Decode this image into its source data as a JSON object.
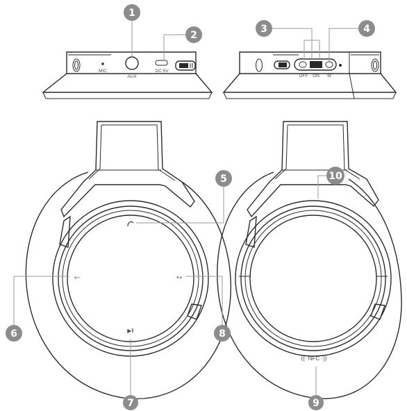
{
  "top_left": {
    "mic_label": "MIC",
    "aux_label": "AUX",
    "dc_label": "DC 5V"
  },
  "top_right": {
    "off_label": "OFF",
    "on_label": "ON",
    "m_label": "M"
  },
  "controls": {
    "call_symbol": "⌒",
    "prev_label": "«–",
    "next_label": "+»",
    "play_label": "▶‖",
    "nfc_label": "((· NFC ·))"
  },
  "callouts": {
    "n1": "1",
    "n2": "2",
    "n3": "3",
    "n4": "4",
    "n5": "5",
    "n6": "6",
    "n7": "7",
    "n8": "8",
    "n9": "9",
    "n10": "10"
  },
  "colors": {
    "badge": "#8c8c8c",
    "outline": "#2a2a2a",
    "callout_line": "#9a9a9a"
  }
}
